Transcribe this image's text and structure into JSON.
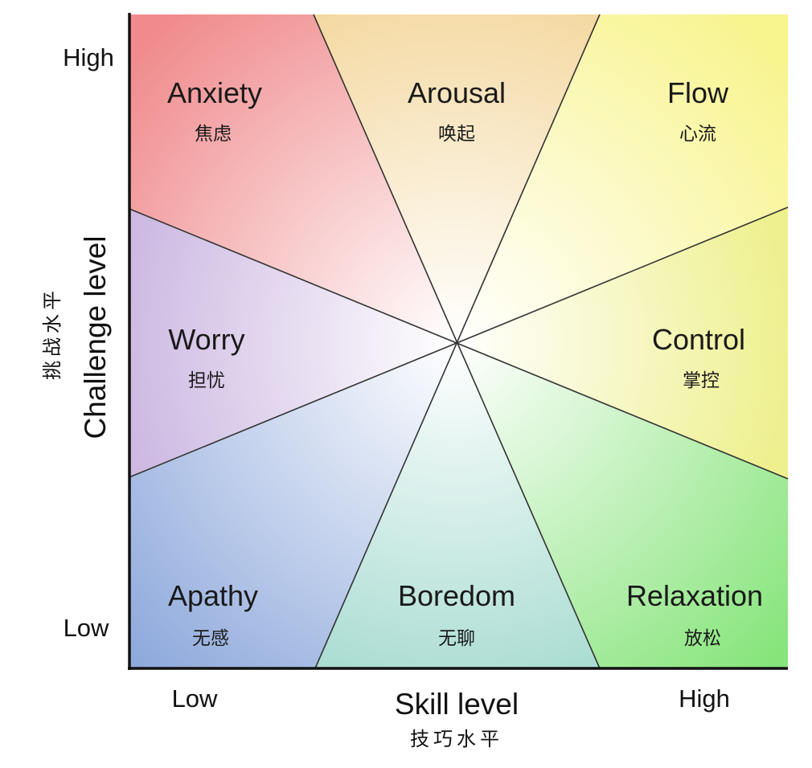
{
  "y_axis": {
    "title": "Challenge level",
    "title_zh": "挑战水平",
    "high": "High",
    "low": "Low"
  },
  "x_axis": {
    "title": "Skill level",
    "title_zh": "技巧水平",
    "high": "High",
    "low": "Low"
  },
  "zones": [
    {
      "id": "anxiety",
      "label": "Anxiety",
      "label_zh": "焦虑",
      "color": "#f08a8c"
    },
    {
      "id": "arousal",
      "label": "Arousal",
      "label_zh": "唤起",
      "color": "#f4d9a2"
    },
    {
      "id": "flow",
      "label": "Flow",
      "label_zh": "心流",
      "color": "#f8f48e"
    },
    {
      "id": "worry",
      "label": "Worry",
      "label_zh": "担忧",
      "color": "#cdb9e2"
    },
    {
      "id": "control",
      "label": "Control",
      "label_zh": "掌控",
      "color": "#eef08e"
    },
    {
      "id": "apathy",
      "label": "Apathy",
      "label_zh": "无感",
      "color": "#8ea9dc"
    },
    {
      "id": "boredom",
      "label": "Boredom",
      "label_zh": "无聊",
      "color": "#a9dcd2"
    },
    {
      "id": "relaxation",
      "label": "Relaxation",
      "label_zh": "放松",
      "color": "#86e47a"
    }
  ]
}
